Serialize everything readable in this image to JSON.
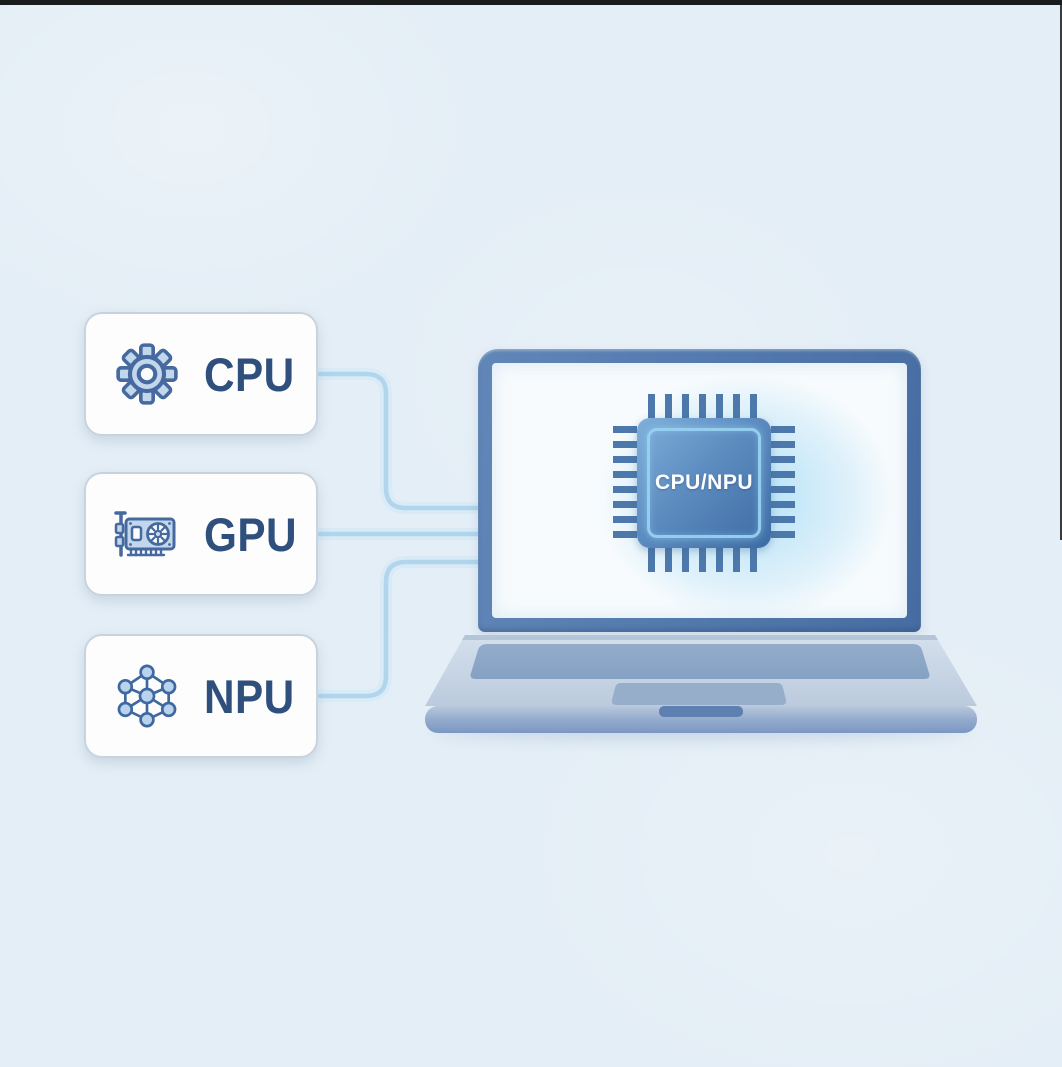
{
  "diagram": {
    "description": "Three hardware component boxes (CPU, GPU, NPU) connected by lines to a laptop whose screen shows a combined CPU/NPU chip"
  },
  "nodes": [
    {
      "id": "cpu",
      "label": "CPU",
      "icon": "gear-icon"
    },
    {
      "id": "gpu",
      "label": "GPU",
      "icon": "gpu-card-icon"
    },
    {
      "id": "npu",
      "label": "NPU",
      "icon": "neural-network-icon"
    }
  ],
  "laptop": {
    "chip_label": "CPU/NPU",
    "chip_icon": "chip-icon"
  },
  "colors": {
    "background": "#e4eef6",
    "box_fill": "#fdfdfd",
    "box_border": "#c9d3dc",
    "label_text": "#2f4f7d",
    "icon_stroke": "#46699f",
    "icon_fill": "#c2d6ec",
    "connector": "#b0d5ec",
    "connector_halo": "#d6eaf7",
    "laptop_frame": "#537aad",
    "screen": "#f7fbfd",
    "chip_pin": "#4d78ab",
    "chip_gradient_start": "#7fb0da",
    "chip_gradient_end": "#3d6ba3",
    "chip_text": "#ffffff"
  }
}
